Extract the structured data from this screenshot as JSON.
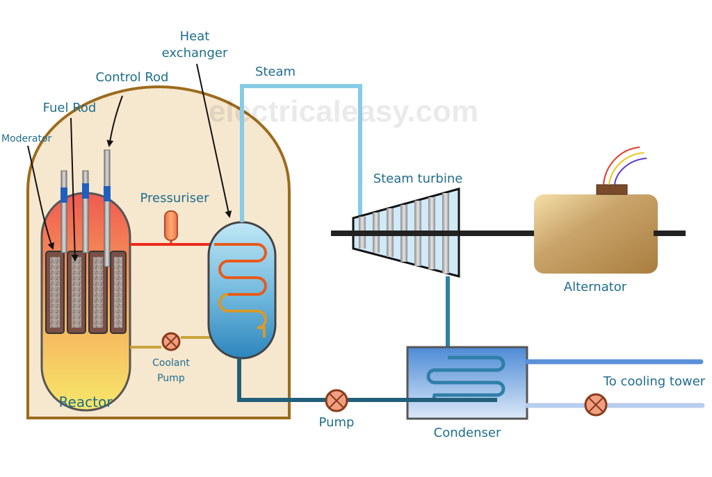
{
  "watermark": "electricaleasy.com",
  "labels": {
    "heat_exchanger_line1": "Heat",
    "heat_exchanger_line2": "exchanger",
    "steam": "Steam",
    "control_rod": "Control Rod",
    "fuel_rod": "Fuel Rod",
    "moderator": "Moderator",
    "pressuriser": "Pressuriser",
    "steam_turbine": "Steam turbine",
    "alternator": "Alternator",
    "coolant_pump_line1": "Coolant",
    "coolant_pump_line2": "Pump",
    "reactor": "Reactor",
    "pump": "Pump",
    "condenser": "Condenser",
    "to_cooling_tower": "To cooling tower"
  },
  "colors": {
    "containment_fill": "#f6e7cf",
    "containment_border": "#9c6b1c",
    "primary_hot_loop": "#ee2a1a",
    "primary_cold_loop": "#c9a43a",
    "steam_line": "#86cbe8",
    "condensate_line": "#215f7a",
    "cooling_water_out": "#5b8fd8",
    "cooling_water_in": "#b7cdee",
    "shaft": "#222222",
    "label_text": "#1f6d8c"
  }
}
